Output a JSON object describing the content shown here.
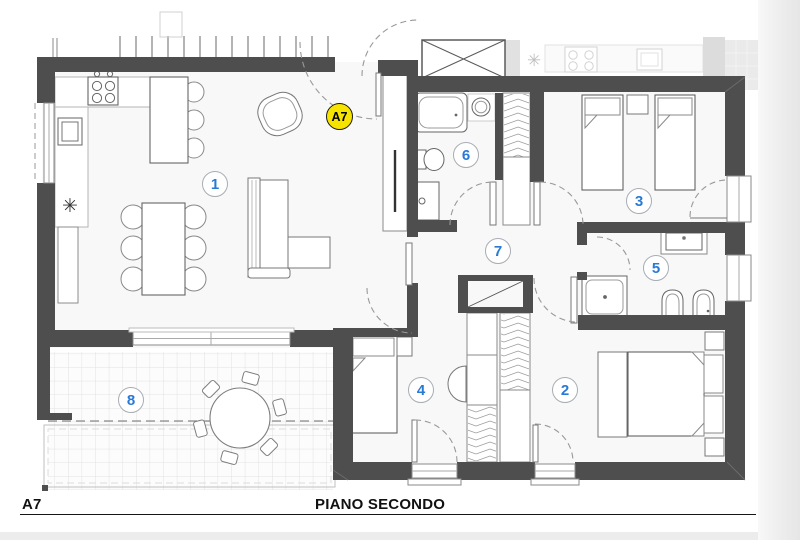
{
  "floor_plan": {
    "unit_badge": "A7",
    "room_labels": [
      {
        "number": "1"
      },
      {
        "number": "2"
      },
      {
        "number": "3"
      },
      {
        "number": "4"
      },
      {
        "number": "5"
      },
      {
        "number": "6"
      },
      {
        "number": "7"
      },
      {
        "number": "8"
      }
    ]
  },
  "footer": {
    "unit_label": "A7",
    "floor_label": "PIANO SECONDO"
  },
  "colors": {
    "wall": "#4e4e4e",
    "room_number_blue": "#2979d6",
    "badge_yellow": "#f6e400",
    "terrace_grid": "#e2e2e2"
  }
}
